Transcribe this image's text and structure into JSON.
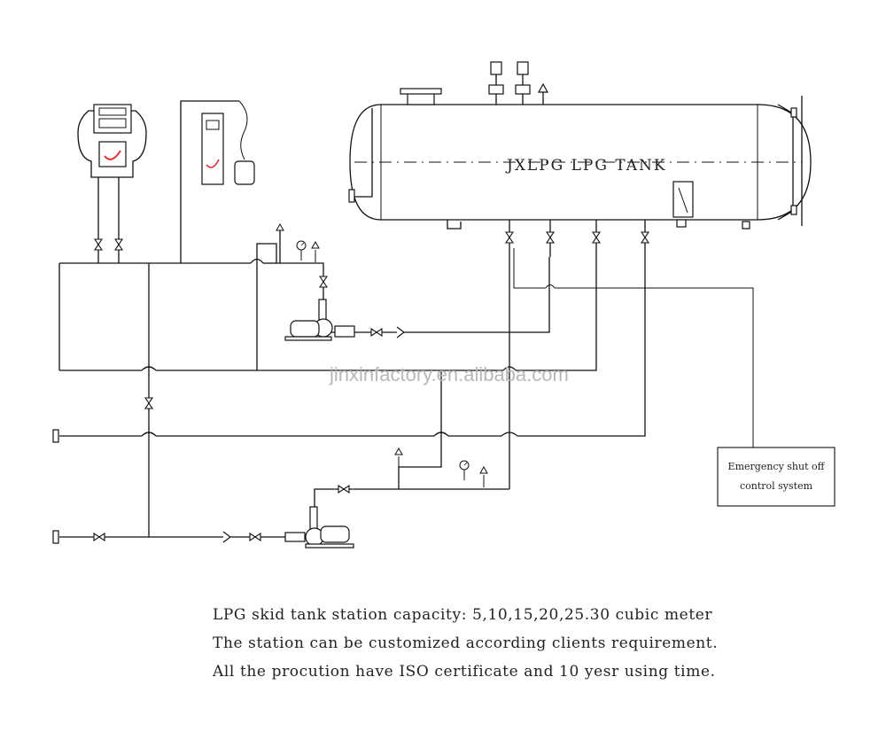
{
  "diagram": {
    "tank_label": "JXLPG LPG TANK",
    "watermark": "jinxinfactory.en.alibaba.com",
    "emergency_box": {
      "line1": "Emergency shut off",
      "line2": "control system"
    },
    "icons": [
      "dispenser-icon",
      "gas-detector-icon",
      "pump-motor-icon",
      "valve-icon",
      "pressure-gauge-icon",
      "safety-valve-icon",
      "level-gauge-icon"
    ]
  },
  "notes": [
    "LPG skid tank station capacity: 5,10,15,20,25.30 cubic meter",
    "The station can be customized according clients requirement.",
    "All the procution have ISO certificate and 10 yesr using time."
  ]
}
